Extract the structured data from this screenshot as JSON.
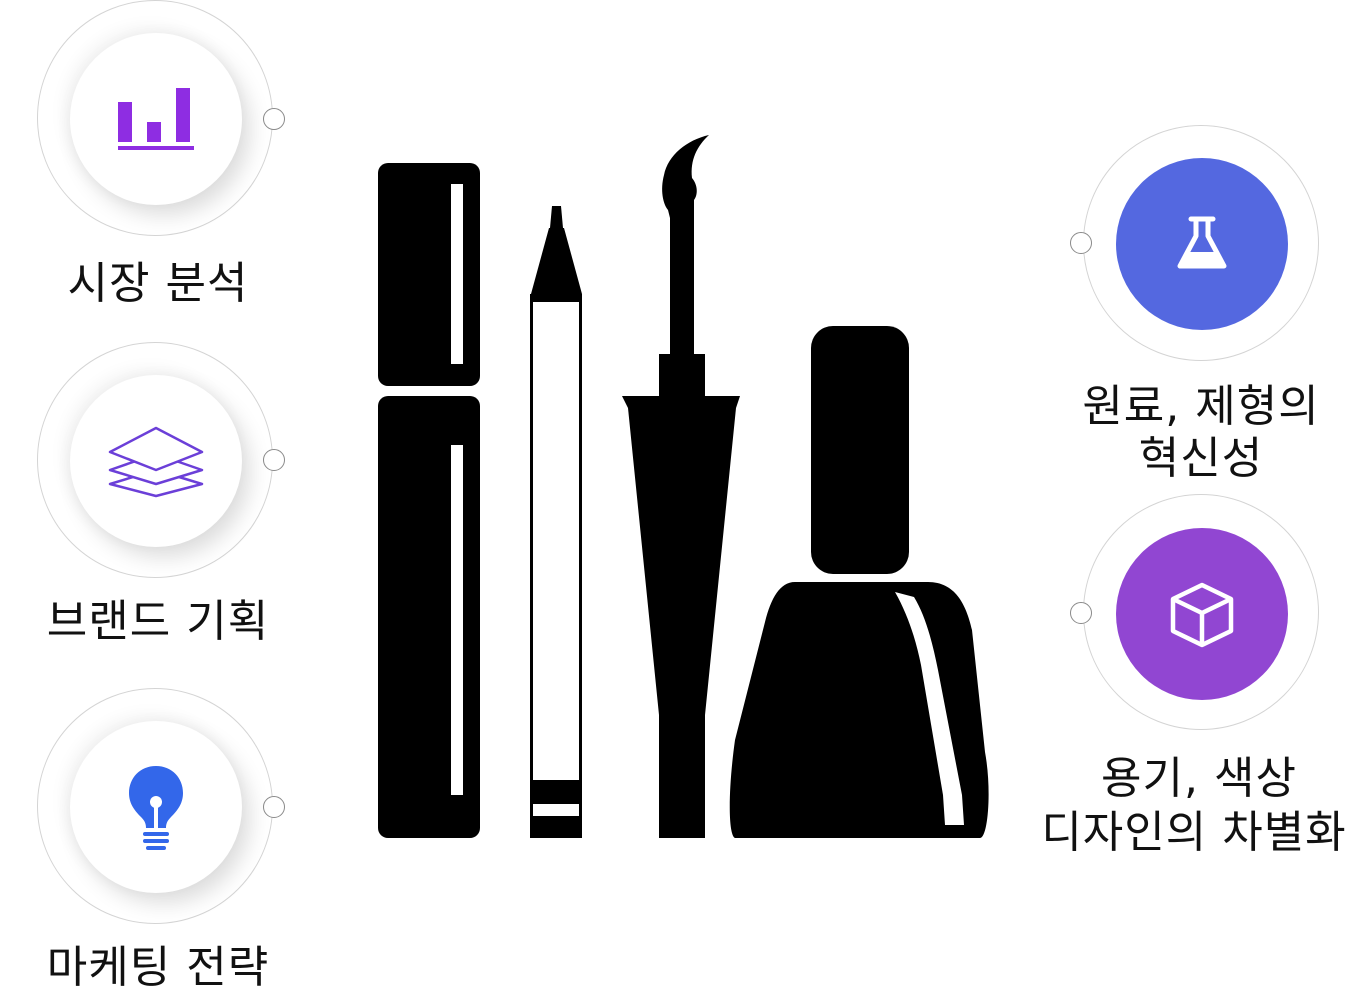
{
  "left_items": [
    {
      "label": "시장 분석",
      "icon": "bar-chart-icon",
      "icon_color": "#8e2de2"
    },
    {
      "label": "브랜드 기획",
      "icon": "layers-icon",
      "icon_color": "#6b3fd8"
    },
    {
      "label": "마케팅 전략",
      "icon": "lightbulb-icon",
      "icon_color": "#3367ea"
    }
  ],
  "right_items": [
    {
      "label_line1": "원료, 제형의",
      "label_line2": "혁신성",
      "icon": "flask-icon",
      "circle_color": "#5468e0"
    },
    {
      "label_line1": "용기, 색상",
      "label_line2": "디자인의 차별화",
      "icon": "box-icon",
      "circle_color": "#9146d2"
    }
  ],
  "illustration": {
    "items": [
      "mascara-icon",
      "pencil-eyeliner-icon",
      "liquid-eyeliner-icon",
      "nail-polish-icon"
    ],
    "color": "#000000"
  }
}
